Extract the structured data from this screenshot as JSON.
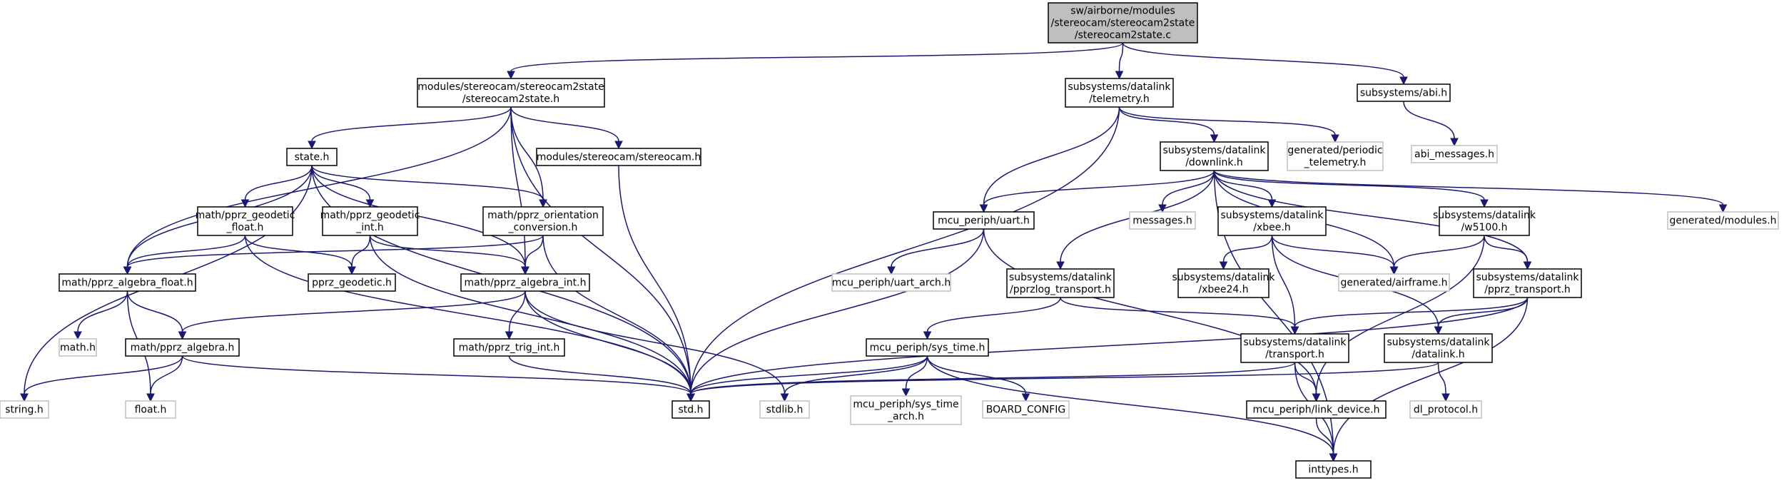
{
  "colors": {
    "edge": "#191970",
    "node_border": "#000000",
    "node_border_missing": "#bfbfbf",
    "node_fill": "#ffffff",
    "root_fill": "#bfbfbf"
  },
  "nodes": [
    {
      "id": "root",
      "lines": [
        "sw/airborne/modules",
        "/stereocam/stereocam2state",
        "/stereocam2state.c"
      ],
      "kind": "root"
    },
    {
      "id": "s2s_h",
      "lines": [
        "modules/stereocam/stereocam2state",
        "/stereocam2state.h"
      ],
      "kind": "normal"
    },
    {
      "id": "telemetry",
      "lines": [
        "subsystems/datalink",
        "/telemetry.h"
      ],
      "kind": "normal"
    },
    {
      "id": "abi",
      "lines": [
        "subsystems/abi.h"
      ],
      "kind": "normal"
    },
    {
      "id": "abi_messages",
      "lines": [
        "abi_messages.h"
      ],
      "kind": "missing"
    },
    {
      "id": "state",
      "lines": [
        "state.h"
      ],
      "kind": "normal"
    },
    {
      "id": "stereocam",
      "lines": [
        "modules/stereocam/stereocam.h"
      ],
      "kind": "normal"
    },
    {
      "id": "downlink",
      "lines": [
        "subsystems/datalink",
        "/downlink.h"
      ],
      "kind": "normal"
    },
    {
      "id": "periodic",
      "lines": [
        "generated/periodic",
        "_telemetry.h"
      ],
      "kind": "missing"
    },
    {
      "id": "geo_float",
      "lines": [
        "math/pprz_geodetic",
        "_float.h"
      ],
      "kind": "normal"
    },
    {
      "id": "geo_int",
      "lines": [
        "math/pprz_geodetic",
        "_int.h"
      ],
      "kind": "normal"
    },
    {
      "id": "orient",
      "lines": [
        "math/pprz_orientation",
        "_conversion.h"
      ],
      "kind": "normal"
    },
    {
      "id": "uart",
      "lines": [
        "mcu_periph/uart.h"
      ],
      "kind": "normal"
    },
    {
      "id": "messages",
      "lines": [
        "messages.h"
      ],
      "kind": "missing"
    },
    {
      "id": "xbee",
      "lines": [
        "subsystems/datalink",
        "/xbee.h"
      ],
      "kind": "normal"
    },
    {
      "id": "w5100",
      "lines": [
        "subsystems/datalink",
        "/w5100.h"
      ],
      "kind": "normal"
    },
    {
      "id": "modules_gen",
      "lines": [
        "generated/modules.h"
      ],
      "kind": "missing"
    },
    {
      "id": "alg_float",
      "lines": [
        "math/pprz_algebra_float.h"
      ],
      "kind": "normal"
    },
    {
      "id": "pprz_geodetic",
      "lines": [
        "pprz_geodetic.h"
      ],
      "kind": "normal"
    },
    {
      "id": "alg_int",
      "lines": [
        "math/pprz_algebra_int.h"
      ],
      "kind": "normal"
    },
    {
      "id": "uart_arch",
      "lines": [
        "mcu_periph/uart_arch.h"
      ],
      "kind": "missing"
    },
    {
      "id": "pprzlog",
      "lines": [
        "subsystems/datalink",
        "/pprzlog_transport.h"
      ],
      "kind": "normal"
    },
    {
      "id": "xbee24",
      "lines": [
        "subsystems/datalink",
        "/xbee24.h"
      ],
      "kind": "normal"
    },
    {
      "id": "airframe",
      "lines": [
        "generated/airframe.h"
      ],
      "kind": "missing"
    },
    {
      "id": "pprz_transport",
      "lines": [
        "subsystems/datalink",
        "/pprz_transport.h"
      ],
      "kind": "normal"
    },
    {
      "id": "math_h",
      "lines": [
        "math.h"
      ],
      "kind": "missing"
    },
    {
      "id": "alg",
      "lines": [
        "math/pprz_algebra.h"
      ],
      "kind": "normal"
    },
    {
      "id": "trig_int",
      "lines": [
        "math/pprz_trig_int.h"
      ],
      "kind": "normal"
    },
    {
      "id": "sys_time",
      "lines": [
        "mcu_periph/sys_time.h"
      ],
      "kind": "normal"
    },
    {
      "id": "transport",
      "lines": [
        "subsystems/datalink",
        "/transport.h"
      ],
      "kind": "normal"
    },
    {
      "id": "datalink",
      "lines": [
        "subsystems/datalink",
        "/datalink.h"
      ],
      "kind": "normal"
    },
    {
      "id": "string_h",
      "lines": [
        "string.h"
      ],
      "kind": "missing"
    },
    {
      "id": "float_h",
      "lines": [
        "float.h"
      ],
      "kind": "missing"
    },
    {
      "id": "std_h",
      "lines": [
        "std.h"
      ],
      "kind": "normal"
    },
    {
      "id": "stdlib_h",
      "lines": [
        "stdlib.h"
      ],
      "kind": "missing"
    },
    {
      "id": "sys_time_arch",
      "lines": [
        "mcu_periph/sys_time",
        "_arch.h"
      ],
      "kind": "missing"
    },
    {
      "id": "board_config",
      "lines": [
        "BOARD_CONFIG"
      ],
      "kind": "missing"
    },
    {
      "id": "link_device",
      "lines": [
        "mcu_periph/link_device.h"
      ],
      "kind": "normal"
    },
    {
      "id": "dl_protocol",
      "lines": [
        "dl_protocol.h"
      ],
      "kind": "missing"
    },
    {
      "id": "inttypes",
      "lines": [
        "inttypes.h"
      ],
      "kind": "normal"
    }
  ],
  "edges": [
    [
      "root",
      "s2s_h"
    ],
    [
      "root",
      "telemetry"
    ],
    [
      "root",
      "abi"
    ],
    [
      "abi",
      "abi_messages"
    ],
    [
      "s2s_h",
      "state"
    ],
    [
      "s2s_h",
      "alg_float"
    ],
    [
      "s2s_h",
      "std_h"
    ],
    [
      "s2s_h",
      "stereocam"
    ],
    [
      "s2s_h",
      "orient"
    ],
    [
      "s2s_h",
      "alg_int"
    ],
    [
      "state",
      "alg_float"
    ],
    [
      "state",
      "geo_float"
    ],
    [
      "state",
      "geo_int"
    ],
    [
      "state",
      "orient"
    ],
    [
      "state",
      "alg_int"
    ],
    [
      "state",
      "string_h"
    ],
    [
      "state",
      "std_h"
    ],
    [
      "stereocam",
      "std_h"
    ],
    [
      "geo_float",
      "alg_float"
    ],
    [
      "geo_float",
      "pprz_geodetic"
    ],
    [
      "geo_float",
      "std_h"
    ],
    [
      "geo_int",
      "pprz_geodetic"
    ],
    [
      "geo_int",
      "alg_int"
    ],
    [
      "geo_int",
      "std_h"
    ],
    [
      "orient",
      "alg_float"
    ],
    [
      "orient",
      "alg_int"
    ],
    [
      "orient",
      "std_h"
    ],
    [
      "alg_float",
      "alg"
    ],
    [
      "alg_float",
      "math_h"
    ],
    [
      "alg_float",
      "float_h"
    ],
    [
      "alg_int",
      "alg"
    ],
    [
      "alg_int",
      "trig_int"
    ],
    [
      "alg_int",
      "std_h"
    ],
    [
      "alg_int",
      "stdlib_h"
    ],
    [
      "alg",
      "string_h"
    ],
    [
      "alg",
      "float_h"
    ],
    [
      "alg",
      "std_h"
    ],
    [
      "trig_int",
      "std_h"
    ],
    [
      "telemetry",
      "std_h"
    ],
    [
      "telemetry",
      "uart"
    ],
    [
      "telemetry",
      "downlink"
    ],
    [
      "telemetry",
      "periodic"
    ],
    [
      "downlink",
      "uart"
    ],
    [
      "downlink",
      "messages"
    ],
    [
      "downlink",
      "xbee"
    ],
    [
      "downlink",
      "w5100"
    ],
    [
      "downlink",
      "modules_gen"
    ],
    [
      "downlink",
      "pprzlog"
    ],
    [
      "downlink",
      "airframe"
    ],
    [
      "downlink",
      "pprz_transport"
    ],
    [
      "downlink",
      "inttypes"
    ],
    [
      "uart",
      "std_h"
    ],
    [
      "uart",
      "uart_arch"
    ],
    [
      "uart",
      "link_device"
    ],
    [
      "xbee",
      "xbee24"
    ],
    [
      "xbee",
      "airframe"
    ],
    [
      "xbee",
      "transport"
    ],
    [
      "xbee",
      "datalink"
    ],
    [
      "w5100",
      "airframe"
    ],
    [
      "w5100",
      "pprz_transport"
    ],
    [
      "w5100",
      "link_device"
    ],
    [
      "pprzlog",
      "transport"
    ],
    [
      "pprzlog",
      "sys_time"
    ],
    [
      "pprz_transport",
      "transport"
    ],
    [
      "pprz_transport",
      "datalink"
    ],
    [
      "pprz_transport",
      "std_h"
    ],
    [
      "pprz_transport",
      "inttypes"
    ],
    [
      "sys_time",
      "std_h"
    ],
    [
      "sys_time",
      "stdlib_h"
    ],
    [
      "sys_time",
      "sys_time_arch"
    ],
    [
      "sys_time",
      "board_config"
    ],
    [
      "sys_time",
      "inttypes"
    ],
    [
      "transport",
      "std_h"
    ],
    [
      "transport",
      "link_device"
    ],
    [
      "transport",
      "inttypes"
    ],
    [
      "datalink",
      "std_h"
    ],
    [
      "datalink",
      "dl_protocol"
    ],
    [
      "link_device",
      "inttypes"
    ]
  ]
}
